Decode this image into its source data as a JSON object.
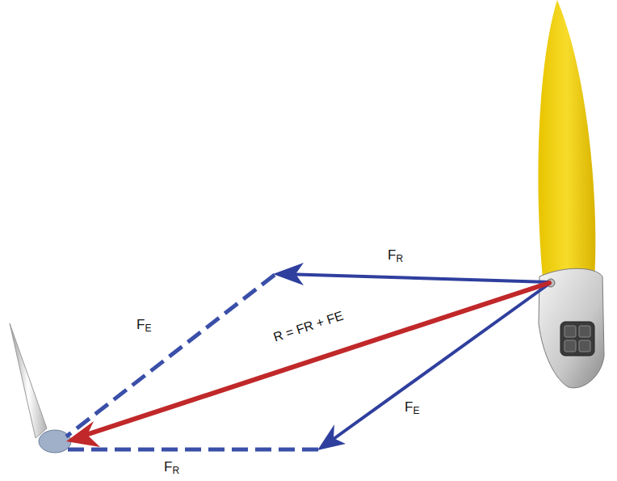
{
  "diagram": {
    "labels": [
      "FR",
      "FE",
      "R = FR + FE",
      "FE",
      "FR"
    ]
  }
}
